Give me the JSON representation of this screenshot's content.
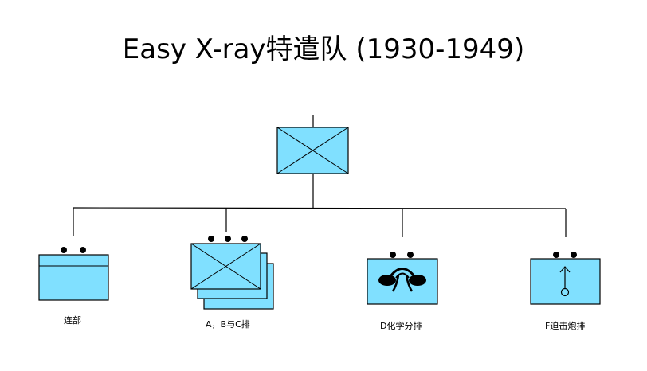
{
  "title": "Easy X-ray特遣队 (1930-1949)",
  "colors": {
    "unit_fill": "#80e0ff",
    "stroke": "#000000"
  },
  "units": {
    "headquarters": {
      "symbol": "infantry-cross-icon"
    },
    "company_hq": {
      "label": "连部",
      "symbol": "headquarters-band-icon",
      "size_dots": 2
    },
    "platoons_abc": {
      "label": "A，B与C排",
      "symbol": "stacked-infantry-icon",
      "size_dots": 3
    },
    "platoon_d": {
      "label": "D化学分排",
      "symbol": "chemical-retort-icon",
      "size_dots": 2
    },
    "platoon_f": {
      "label": "F迫击炮排",
      "symbol": "mortar-icon",
      "size_dots": 2
    }
  }
}
